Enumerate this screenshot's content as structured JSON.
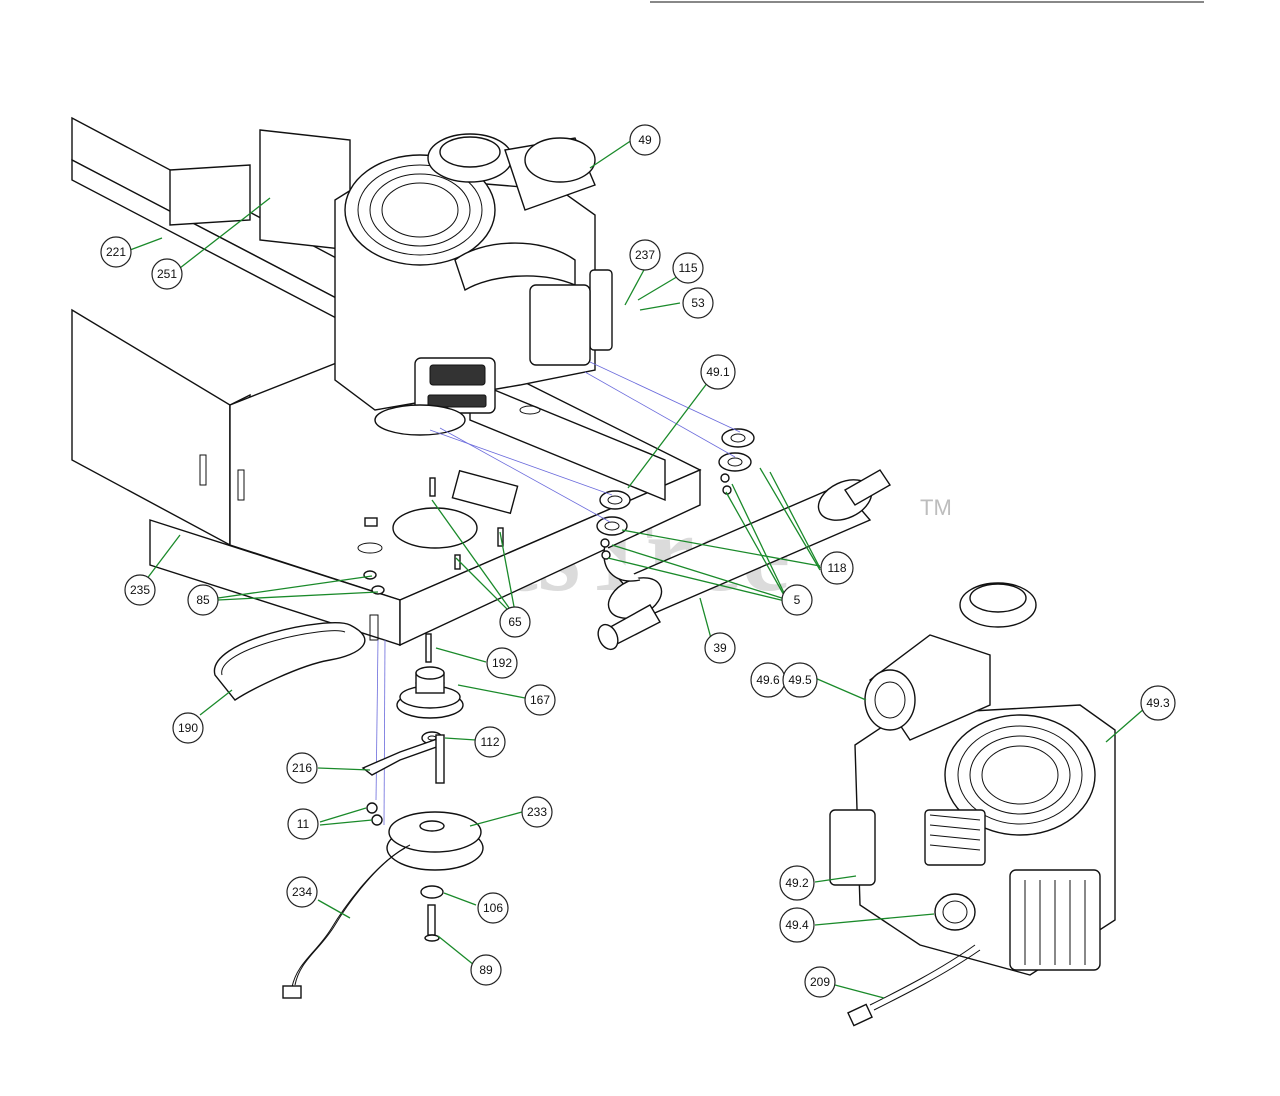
{
  "watermark": {
    "text": "PartsTree",
    "tm": "TM"
  },
  "callouts": [
    {
      "id": "49",
      "label": "49"
    },
    {
      "id": "221",
      "label": "221"
    },
    {
      "id": "251",
      "label": "251"
    },
    {
      "id": "237",
      "label": "237"
    },
    {
      "id": "115",
      "label": "115"
    },
    {
      "id": "53",
      "label": "53"
    },
    {
      "id": "49.1",
      "label": "49.1"
    },
    {
      "id": "118",
      "label": "118"
    },
    {
      "id": "5",
      "label": "5"
    },
    {
      "id": "235",
      "label": "235"
    },
    {
      "id": "85",
      "label": "85"
    },
    {
      "id": "65",
      "label": "65"
    },
    {
      "id": "39",
      "label": "39"
    },
    {
      "id": "192",
      "label": "192"
    },
    {
      "id": "167",
      "label": "167"
    },
    {
      "id": "190",
      "label": "190"
    },
    {
      "id": "112",
      "label": "112"
    },
    {
      "id": "216",
      "label": "216"
    },
    {
      "id": "11",
      "label": "11"
    },
    {
      "id": "233",
      "label": "233"
    },
    {
      "id": "234",
      "label": "234"
    },
    {
      "id": "106",
      "label": "106"
    },
    {
      "id": "89",
      "label": "89"
    },
    {
      "id": "49.6",
      "label": "49.6"
    },
    {
      "id": "49.5",
      "label": "49.5"
    },
    {
      "id": "49.3",
      "label": "49.3"
    },
    {
      "id": "49.2",
      "label": "49.2"
    },
    {
      "id": "49.4",
      "label": "49.4"
    },
    {
      "id": "209",
      "label": "209"
    }
  ]
}
